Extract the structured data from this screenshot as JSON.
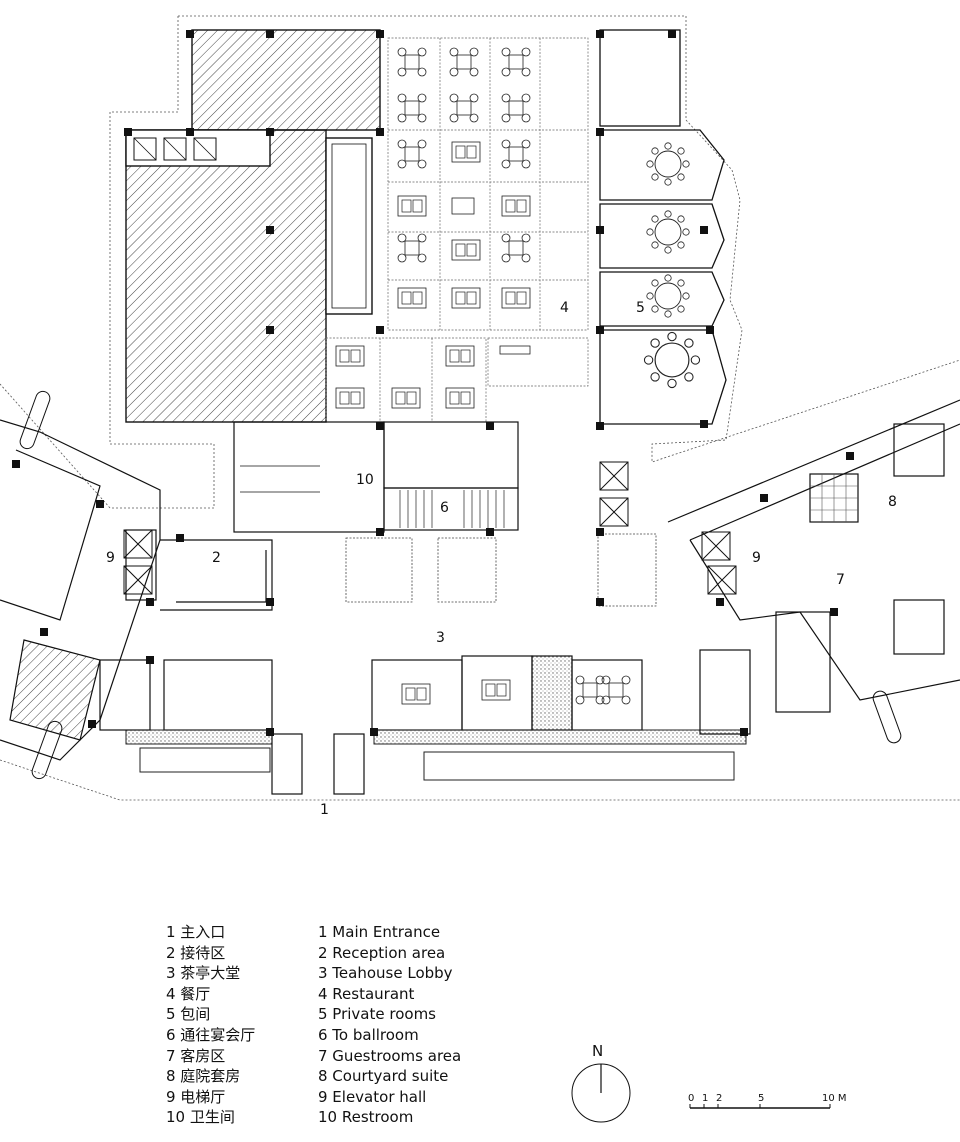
{
  "legend": {
    "items": [
      {
        "cn": "1 主入口",
        "en": "1 Main Entrance"
      },
      {
        "cn": "2 接待区",
        "en": "2 Reception area"
      },
      {
        "cn": "3 茶亭大堂",
        "en": "3 Teahouse Lobby"
      },
      {
        "cn": "4 餐厅",
        "en": "4 Restaurant"
      },
      {
        "cn": "5 包间",
        "en": "5 Private rooms"
      },
      {
        "cn": "6 通往宴会厅",
        "en": "6 To ballroom"
      },
      {
        "cn": "7 客房区",
        "en": "7 Guestrooms area"
      },
      {
        "cn": "8 庭院套房",
        "en": "8 Courtyard suite"
      },
      {
        "cn": "9 电梯厅",
        "en": "9 Elevator hall"
      },
      {
        "cn": "10 卫生间",
        "en": "10 Restroom"
      }
    ]
  },
  "plan_labels": {
    "l1": "1",
    "l2": "2",
    "l3": "3",
    "l4": "4",
    "l5": "5",
    "l6": "6",
    "l7": "7",
    "l8": "8",
    "l9a": "9",
    "l9b": "9",
    "l10": "10"
  },
  "north": {
    "label": "N"
  },
  "scale": {
    "t0": "0",
    "t1": "1",
    "t2": "2",
    "t5": "5",
    "t10": "10 M"
  }
}
